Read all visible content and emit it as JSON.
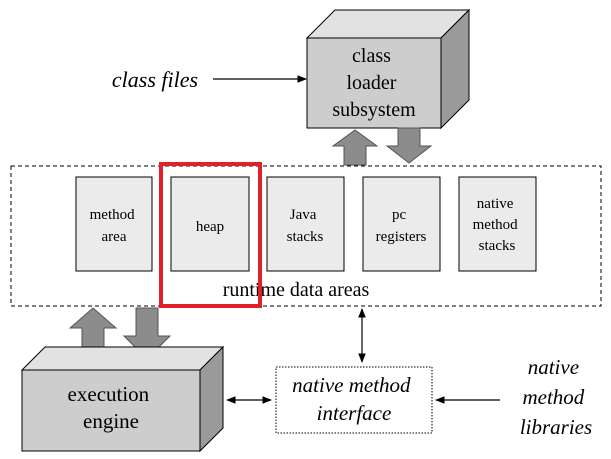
{
  "input_label": "class files",
  "class_loader": {
    "lines": [
      "class",
      "loader",
      "subsystem"
    ]
  },
  "runtime": {
    "label": "runtime data areas",
    "areas": [
      {
        "lines": [
          "method",
          "area"
        ]
      },
      {
        "lines": [
          "heap"
        ]
      },
      {
        "lines": [
          "Java",
          "stacks"
        ]
      },
      {
        "lines": [
          "pc",
          "registers"
        ]
      },
      {
        "lines": [
          "native",
          "method",
          "stacks"
        ]
      }
    ]
  },
  "execution_engine": {
    "lines": [
      "execution",
      "engine"
    ]
  },
  "native_interface": {
    "lines": [
      "native method",
      "interface"
    ]
  },
  "native_libraries": {
    "lines": [
      "native",
      "method",
      "libraries"
    ]
  },
  "colors": {
    "box_front": "#cdcdcd",
    "box_top": "#e2e2e2",
    "box_side": "#9a9a9a",
    "area_fill": "#ebebeb",
    "arrow_fill": "#8c8c8c",
    "highlight": "#e0202a",
    "stroke": "#000000"
  }
}
